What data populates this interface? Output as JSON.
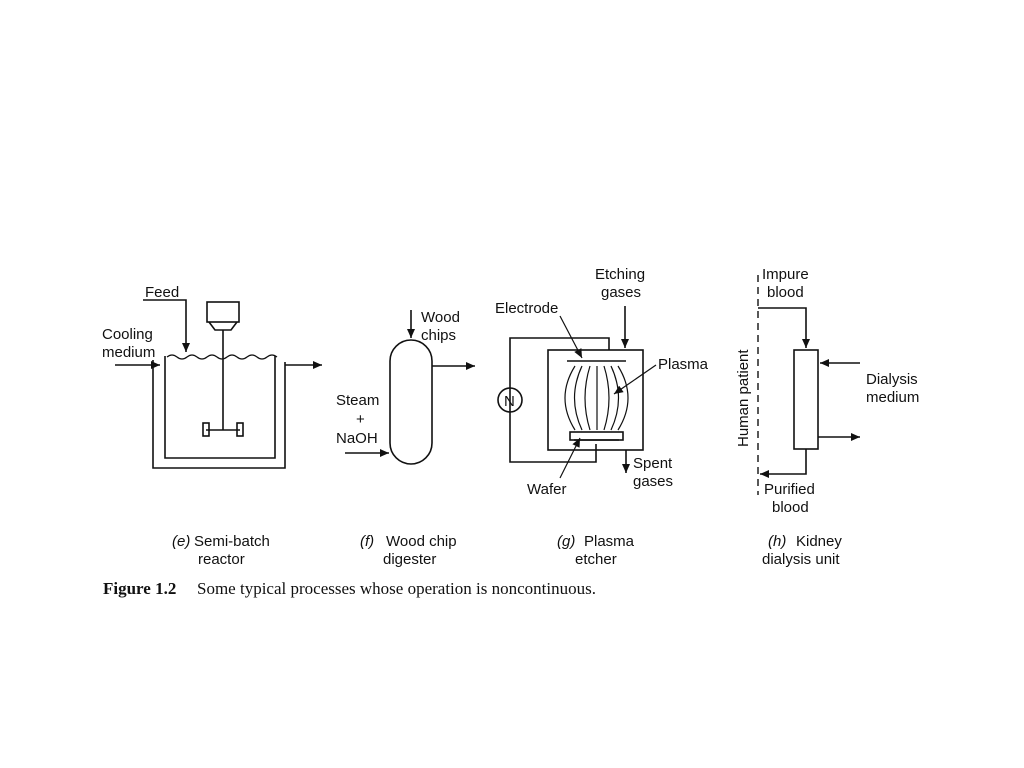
{
  "panels": {
    "e": {
      "labels": {
        "feed": "Feed",
        "cooling_1": "Cooling",
        "cooling_2": "medium"
      },
      "caption": {
        "letter": "(e)",
        "line1": "Semi-batch",
        "line2": "reactor"
      }
    },
    "f": {
      "labels": {
        "wood_1": "Wood",
        "wood_2": "chips",
        "steam": "Steam",
        "plus": "+",
        "naoh": "NaOH"
      },
      "caption": {
        "letter": "(f)",
        "line1": "Wood chip",
        "line2": "digester"
      }
    },
    "g": {
      "labels": {
        "etching_1": "Etching",
        "etching_2": "gases",
        "electrode": "Electrode",
        "plasma": "Plasma",
        "n": "N",
        "wafer": "Wafer",
        "spent_1": "Spent",
        "spent_2": "gases"
      },
      "caption": {
        "letter": "(g)",
        "line1": "Plasma",
        "line2": "etcher"
      }
    },
    "h": {
      "labels": {
        "impure_1": "Impure",
        "impure_2": "blood",
        "patient": "Human patient",
        "dialysis_1": "Dialysis",
        "dialysis_2": "medium",
        "purified_1": "Purified",
        "purified_2": "blood"
      },
      "caption": {
        "letter": "(h)",
        "line1": "Kidney",
        "line2": "dialysis unit"
      }
    }
  },
  "figure_caption": {
    "number": "Figure 1.2",
    "text": "Some typical processes whose operation is noncontinuous."
  }
}
